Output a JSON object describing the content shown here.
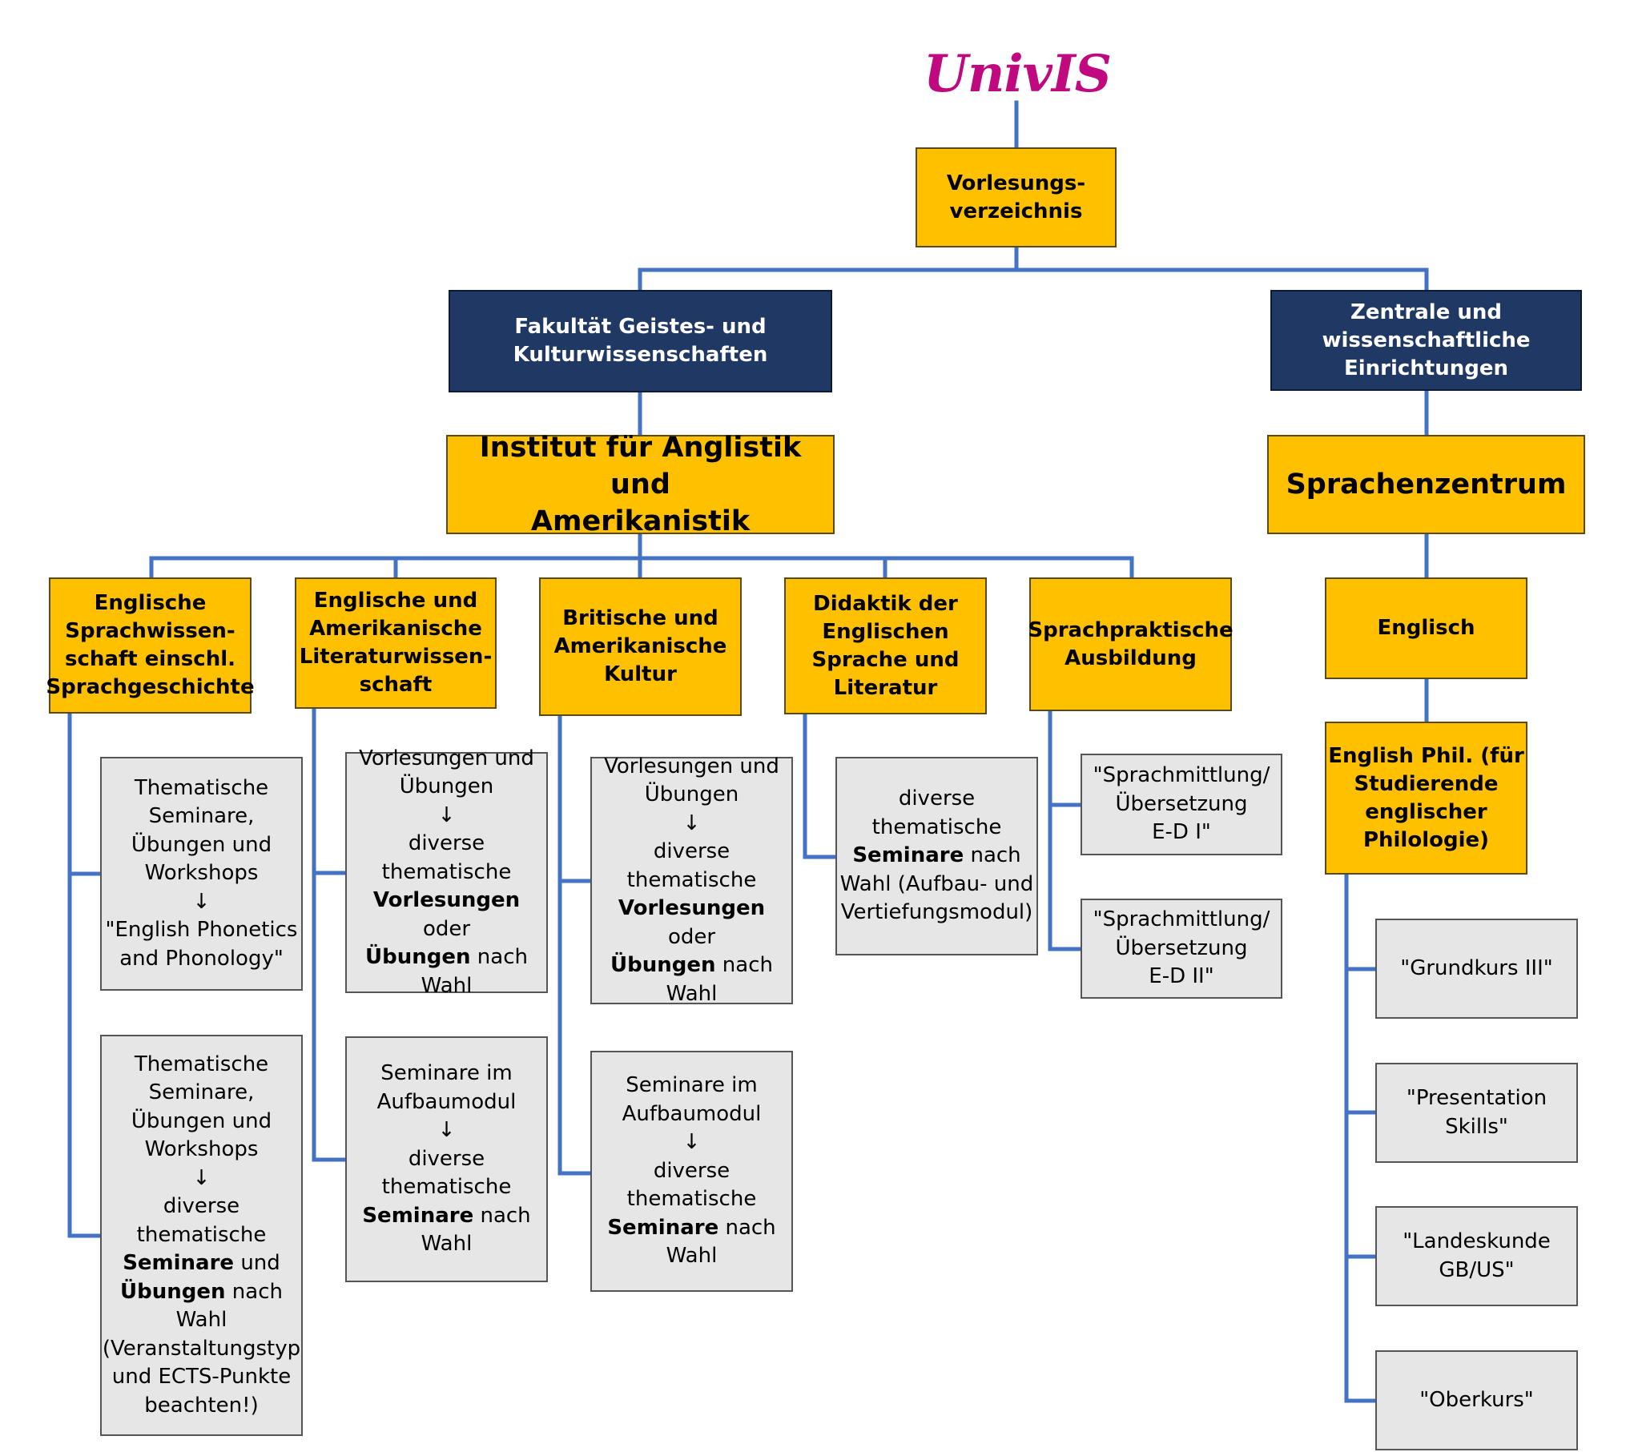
{
  "colors": {
    "connector": "#4472c4",
    "yellow_box": "#ffc000",
    "navy_box": "#203864",
    "grey_box": "#e6e6e6",
    "logo": "#c0087f"
  },
  "logo": {
    "text": "UnivIS"
  },
  "root": {
    "label": "Vorlesungs-\nverzeichnis"
  },
  "level1": {
    "fakultaet": {
      "label": "Fakultät Geistes- und\nKulturwissenschaften"
    },
    "zentrale": {
      "label": "Zentrale und\nwissenschaftliche\nEinrichtungen"
    }
  },
  "level2": {
    "institut": {
      "label": "Institut für Anglistik und\nAmerikanistik"
    },
    "sprachenzentrum": {
      "label": "Sprachenzentrum"
    }
  },
  "departments": [
    {
      "label": "Englische\nSprachwissen-\nschaft einschl.\nSprachgeschichte",
      "courses": [
        {
          "parts": [
            {
              "t": "Thematische\nSeminare,\nÜbungen und\nWorkshops\n↓\n\"English Phonetics\nand Phonology\"",
              "bold": false
            }
          ]
        },
        {
          "parts": [
            {
              "t": "Thematische\nSeminare,\nÜbungen und\nWorkshops\n↓\ndiverse\nthematische\n",
              "bold": false
            },
            {
              "t": "Seminare",
              "bold": true
            },
            {
              "t": " und\n",
              "bold": false
            },
            {
              "t": "Übungen",
              "bold": true
            },
            {
              "t": " nach\nWahl\n(Veranstaltungstyp\nund ECTS-Punkte\nbeachten!)",
              "bold": false
            }
          ]
        }
      ]
    },
    {
      "label": "Englische und\nAmerikanische\nLiteraturwissen-\nschaft",
      "courses": [
        {
          "parts": [
            {
              "t": "Vorlesungen und\nÜbungen\n↓\ndiverse\nthematische\n",
              "bold": false
            },
            {
              "t": "Vorlesungen",
              "bold": true
            },
            {
              "t": " oder\n",
              "bold": false
            },
            {
              "t": "Übungen",
              "bold": true
            },
            {
              "t": " nach\nWahl",
              "bold": false
            }
          ]
        },
        {
          "parts": [
            {
              "t": "Seminare im\nAufbaumodul\n↓\ndiverse\nthematische\n",
              "bold": false
            },
            {
              "t": "Seminare",
              "bold": true
            },
            {
              "t": " nach\nWahl",
              "bold": false
            }
          ]
        }
      ]
    },
    {
      "label": "Britische und\nAmerikanische\nKultur",
      "courses": [
        {
          "parts": [
            {
              "t": "Vorlesungen und\nÜbungen\n↓\ndiverse\nthematische\n",
              "bold": false
            },
            {
              "t": "Vorlesungen",
              "bold": true
            },
            {
              "t": " oder\n",
              "bold": false
            },
            {
              "t": "Übungen",
              "bold": true
            },
            {
              "t": " nach\nWahl",
              "bold": false
            }
          ]
        },
        {
          "parts": [
            {
              "t": "Seminare im\nAufbaumodul\n↓\ndiverse\nthematische\n",
              "bold": false
            },
            {
              "t": "Seminare",
              "bold": true
            },
            {
              "t": " nach\nWahl",
              "bold": false
            }
          ]
        }
      ]
    },
    {
      "label": "Didaktik der\nEnglischen\nSprache und\nLiteratur",
      "courses": [
        {
          "parts": [
            {
              "t": "diverse\nthematische\n",
              "bold": false
            },
            {
              "t": "Seminare",
              "bold": true
            },
            {
              "t": " nach\nWahl (Aufbau- und\nVertiefungsmodul)",
              "bold": false
            }
          ]
        }
      ]
    },
    {
      "label": "Sprachpraktische\nAusbildung",
      "courses": [
        {
          "parts": [
            {
              "t": "\"Sprachmittlung/\nÜbersetzung\nE-D I\"",
              "bold": false
            }
          ]
        },
        {
          "parts": [
            {
              "t": "\"Sprachmittlung/\nÜbersetzung\nE-D II\"",
              "bold": false
            }
          ]
        }
      ]
    }
  ],
  "sprachenzentrum_branch": {
    "englisch": {
      "label": "Englisch"
    },
    "english_phil": {
      "label": "English Phil. (für\nStudierende\nenglischer\nPhilologie)"
    },
    "courses": [
      {
        "label": "\"Grundkurs III\""
      },
      {
        "label": "\"Presentation\nSkills\""
      },
      {
        "label": "\"Landeskunde\nGB/US\""
      },
      {
        "label": "\"Oberkurs\""
      }
    ]
  }
}
